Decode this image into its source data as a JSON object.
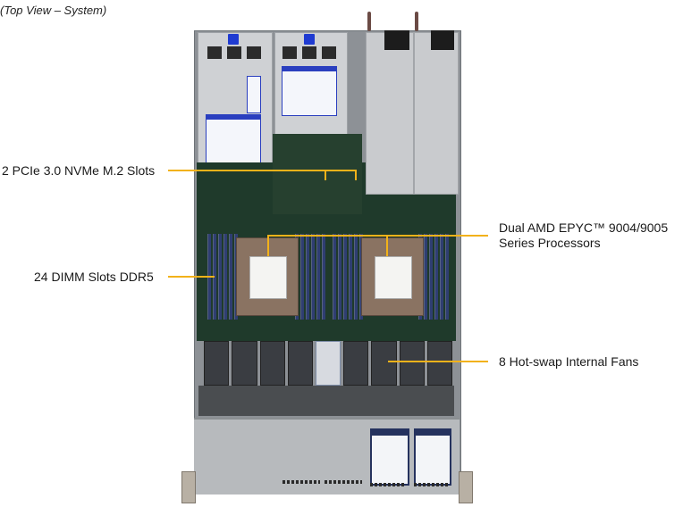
{
  "caption": "(Top View – System)",
  "callouts": [
    {
      "id": "m2",
      "label": "2 PCIe 3.0 NVMe M.2 Slots"
    },
    {
      "id": "cpu",
      "line1": "Dual AMD EPYC™ 9004/9005",
      "line2": "Series Processors"
    },
    {
      "id": "dimm",
      "label": "24 DIMM Slots DDR5"
    },
    {
      "id": "fans",
      "label": "8 Hot-swap Internal Fans"
    }
  ],
  "colors": {
    "callout_line": "#f2b21a",
    "label_text": "#1a1a1a",
    "riser_label_blue": "#1f3bd1"
  },
  "system": {
    "fan_count": 8,
    "cpu_count": 2,
    "dimm_count": 24,
    "psu_count": 2
  }
}
